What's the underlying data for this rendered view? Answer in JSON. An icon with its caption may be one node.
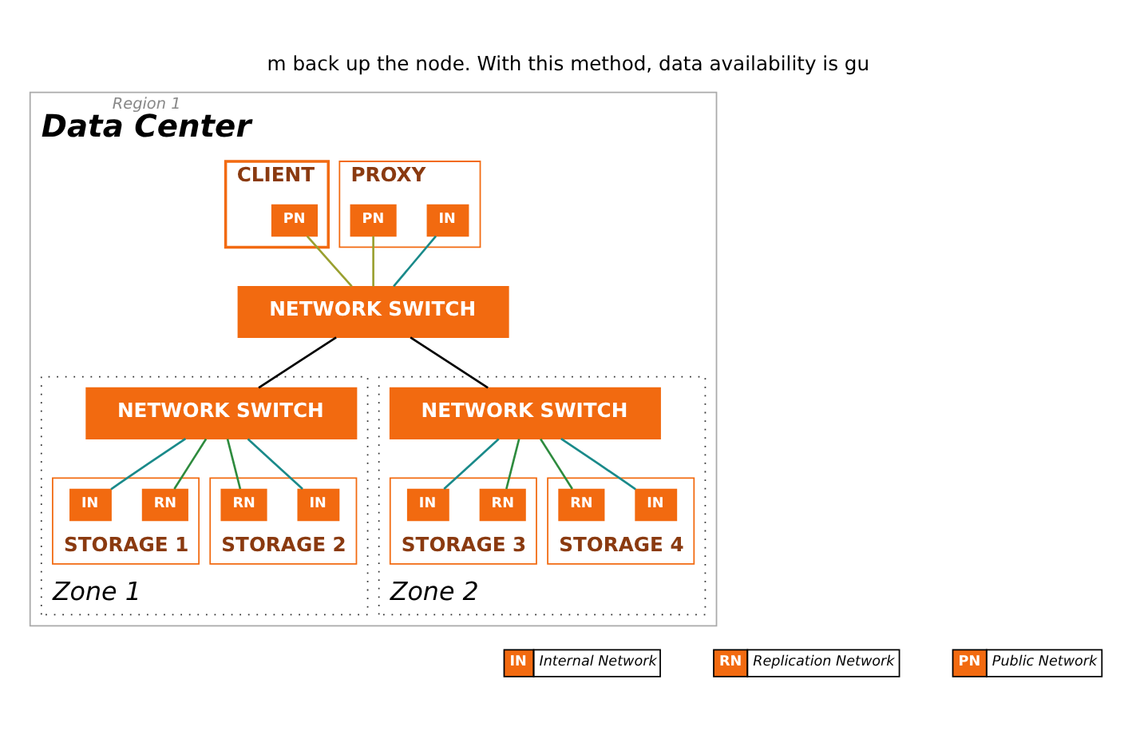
{
  "diagram": {
    "caption": "m back up the node. With this method, data availability is gu",
    "nodes": [
      {
        "text": [
          "Region 1",
          "Data Center"
        ]
      },
      {
        "text": [
          "PROXY"
        ],
        "in": 0
      },
      {
        "text": [
          "IN"
        ],
        "in": 1
      },
      {
        "text": [
          "PN"
        ],
        "in": 1
      },
      {
        "text": [
          "CLIENT"
        ],
        "in": 0
      },
      {
        "text": [
          "PN"
        ],
        "in": 4
      },
      {
        "text": [
          "NETWORK SWITCH"
        ],
        "in": 0
      },
      {
        "text": [
          "Zone 1"
        ],
        "in": 0
      },
      {
        "text": [
          "NETWORK SWITCH"
        ],
        "in": 7
      },
      {
        "text": [
          "STORAGE 1"
        ],
        "in": 7
      },
      {
        "text": [
          "RN"
        ],
        "in": 9
      },
      {
        "text": [
          "IN"
        ],
        "in": 9
      },
      {
        "text": [
          "STORAGE 2"
        ],
        "in": 7
      },
      {
        "text": [
          "IN"
        ],
        "in": 12
      },
      {
        "text": [
          "RN"
        ],
        "in": 12
      },
      {
        "text": [
          "Zone 2"
        ],
        "in": 0
      },
      {
        "text": [
          "NETWORK SWITCH"
        ],
        "in": 15
      },
      {
        "text": [
          "STORAGE 3"
        ],
        "in": 15
      },
      {
        "text": [
          "RN"
        ],
        "in": 17
      },
      {
        "text": [
          "IN"
        ],
        "in": 17
      },
      {
        "text": [
          "STORAGE 4"
        ],
        "in": 15
      },
      {
        "text": [
          "IN"
        ],
        "in": 20
      },
      {
        "text": [
          "RN"
        ],
        "in": 20
      }
    ],
    "edges": [
      {
        "from": 2,
        "to": 6,
        "arrow": "none"
      },
      {
        "from": 3,
        "to": 6,
        "arrow": "none",
        "color": "#9aa030"
      },
      {
        "from": 5,
        "to": 6,
        "arrow": "none",
        "color": "#9aa030"
      },
      {
        "from": 6,
        "to": 8,
        "arrow": "none",
        "color": "#000000"
      },
      {
        "from": 6,
        "to": 16,
        "arrow": "none",
        "color": "#000000"
      },
      {
        "from": 8,
        "to": 10,
        "arrow": "none",
        "color": "#2e8b3e"
      },
      {
        "from": 8,
        "to": 11,
        "arrow": "none"
      },
      {
        "from": 8,
        "to": 13,
        "arrow": "none"
      },
      {
        "from": 8,
        "to": 14,
        "arrow": "none",
        "color": "#2e8b3e"
      },
      {
        "from": 16,
        "to": 18,
        "arrow": "none",
        "color": "#2e8b3e"
      },
      {
        "from": 16,
        "to": 19,
        "arrow": "none"
      },
      {
        "from": 16,
        "to": 21,
        "arrow": "none"
      },
      {
        "from": 16,
        "to": 22,
        "arrow": "none",
        "color": "#2e8b3e"
      }
    ],
    "labels": [
      "IN",
      "Internal Network",
      "RN",
      "Replication Network",
      "PN",
      "Public Network"
    ]
  }
}
